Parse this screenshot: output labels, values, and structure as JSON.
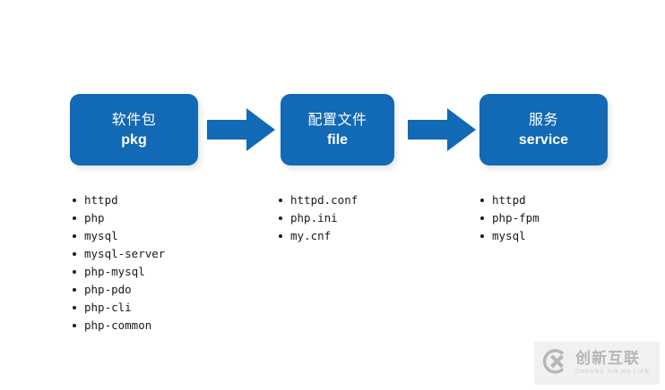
{
  "background_color": "#ffffff",
  "accent_color": "#1269b5",
  "text_color": "#1a1a1a",
  "flow": {
    "boxes": [
      {
        "id": "pkg",
        "cn": "软件包",
        "en": "pkg"
      },
      {
        "id": "file",
        "cn": "配置文件",
        "en": "file"
      },
      {
        "id": "service",
        "cn": "服务",
        "en": "service"
      }
    ],
    "arrows": [
      {
        "id": "arrow-1",
        "direction": "right"
      },
      {
        "id": "arrow-2",
        "direction": "right"
      }
    ]
  },
  "lists": {
    "pkg": [
      "httpd",
      "php",
      "mysql",
      "mysql-server",
      "php-mysql",
      "php-pdo",
      "php-cli",
      "php-common"
    ],
    "file": [
      "httpd.conf",
      "php.ini",
      "my.cnf"
    ],
    "service": [
      "httpd",
      "php-fpm",
      "mysql"
    ]
  },
  "watermark": {
    "logo": "cx-circle-logo",
    "cn": "创新互联",
    "pinyin": "CHUANG XIN HU LIAN",
    "color": "#b3b3b3"
  }
}
